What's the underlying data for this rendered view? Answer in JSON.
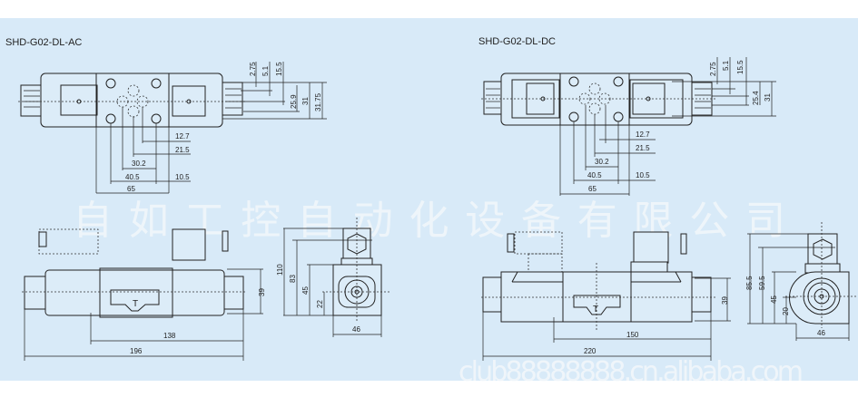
{
  "watermark": {
    "company": "自如工控自动化设备有限公司",
    "url": "club88888888.cn.alibaba.com"
  },
  "ac": {
    "title": "SHD-G02-DL-AC",
    "top_dims": {
      "d12_7": "12.7",
      "d21_5": "21.5",
      "d30_2": "30.2",
      "d40_5": "40.5",
      "d10_5": "10.5",
      "d65": "65",
      "d2_75": "2.75",
      "d5_1": "5.1",
      "d15_5": "15.5",
      "d25_9": "25.9",
      "d31": "31",
      "d31_75": "31.75"
    },
    "front_dims": {
      "d39": "39",
      "d138": "138",
      "d196": "196"
    },
    "side_dims": {
      "d110": "110",
      "d83": "83",
      "d45": "45",
      "d22": "22",
      "d46": "46"
    },
    "port_label": "T"
  },
  "dc": {
    "title": "SHD-G02-DL-DC",
    "top_dims": {
      "d12_7": "12.7",
      "d21_5": "21.5",
      "d30_2": "30.2",
      "d40_5": "40.5",
      "d10_5": "10.5",
      "d65": "65",
      "d2_75": "2.75",
      "d5_1": "5.1",
      "d15_5": "15.5",
      "d25_4": "25.4",
      "d31": "31"
    },
    "front_dims": {
      "d39": "39",
      "d150": "150",
      "d220": "220"
    },
    "side_dims": {
      "d85_5": "85.5",
      "d59_5": "59.5",
      "d45": "45",
      "d20": "20",
      "d46": "46"
    },
    "port_label": "T"
  }
}
